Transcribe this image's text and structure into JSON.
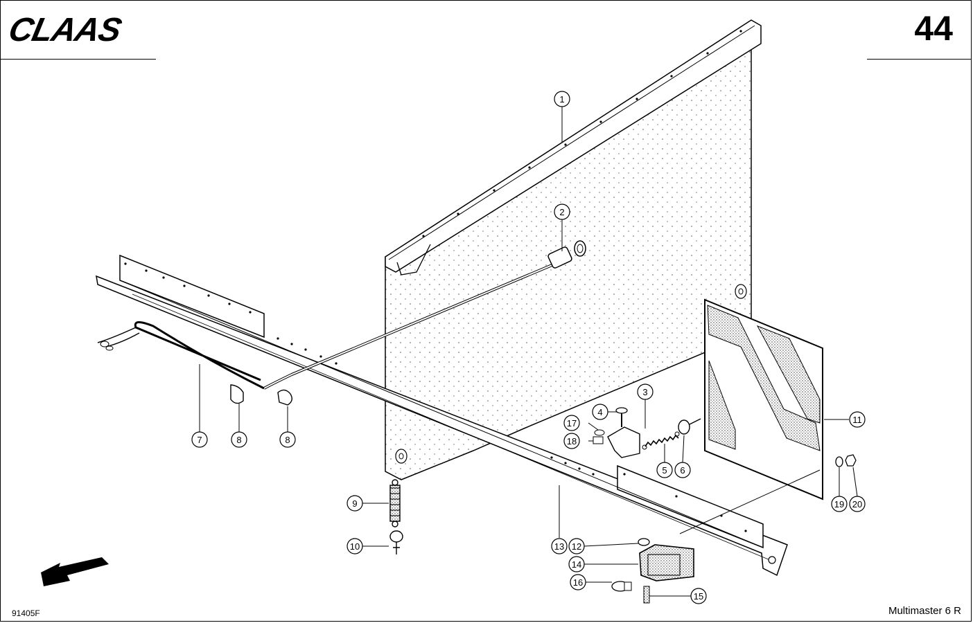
{
  "header": {
    "brand": "CLAAS",
    "page_number": "44"
  },
  "footer": {
    "drawing_code": "91405F",
    "model": "Multimaster 6 R"
  },
  "callouts": [
    {
      "id": "callout-1",
      "label": "1"
    },
    {
      "id": "callout-2",
      "label": "2"
    },
    {
      "id": "callout-3",
      "label": "3"
    },
    {
      "id": "callout-4",
      "label": "4"
    },
    {
      "id": "callout-5",
      "label": "5"
    },
    {
      "id": "callout-6",
      "label": "6"
    },
    {
      "id": "callout-7",
      "label": "7"
    },
    {
      "id": "callout-8a",
      "label": "8"
    },
    {
      "id": "callout-8b",
      "label": "8"
    },
    {
      "id": "callout-9",
      "label": "9"
    },
    {
      "id": "callout-10",
      "label": "10"
    },
    {
      "id": "callout-11",
      "label": "11"
    },
    {
      "id": "callout-12",
      "label": "12"
    },
    {
      "id": "callout-13",
      "label": "13"
    },
    {
      "id": "callout-14",
      "label": "14"
    },
    {
      "id": "callout-15",
      "label": "15"
    },
    {
      "id": "callout-16",
      "label": "16"
    },
    {
      "id": "callout-17",
      "label": "17"
    },
    {
      "id": "callout-18",
      "label": "18"
    },
    {
      "id": "callout-19",
      "label": "19"
    },
    {
      "id": "callout-20",
      "label": "20"
    }
  ]
}
